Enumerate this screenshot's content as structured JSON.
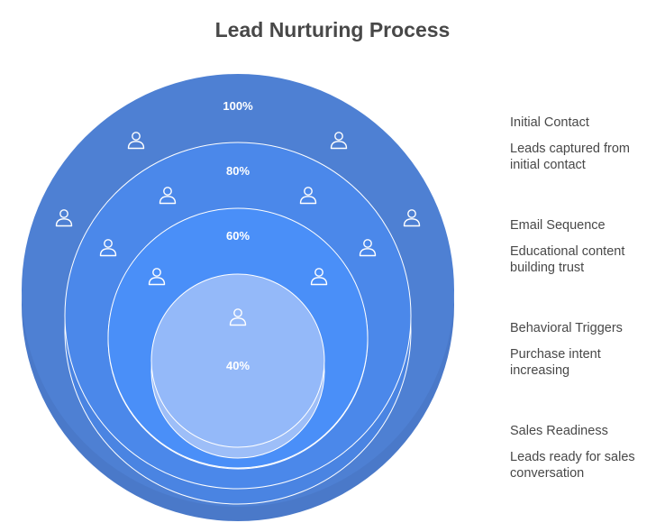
{
  "title": "Lead Nurturing Process",
  "colors": {
    "ring_100": "#4e80d3",
    "ring_80": "#4b88ea",
    "ring_60": "#4a8ff8",
    "ring_40": "#94b9f9",
    "stroke": "#ffffff"
  },
  "stages": [
    {
      "percent": "100%",
      "name": "Initial Contact",
      "description": "Leads captured from initial contact"
    },
    {
      "percent": "80%",
      "name": "Email Sequence",
      "description": "Educational content building trust"
    },
    {
      "percent": "60%",
      "name": "Behavioral Triggers",
      "description": "Purchase intent increasing"
    },
    {
      "percent": "40%",
      "name": "Sales Readiness",
      "description": "Leads ready for sales conversation"
    }
  ],
  "icon": "person-icon"
}
